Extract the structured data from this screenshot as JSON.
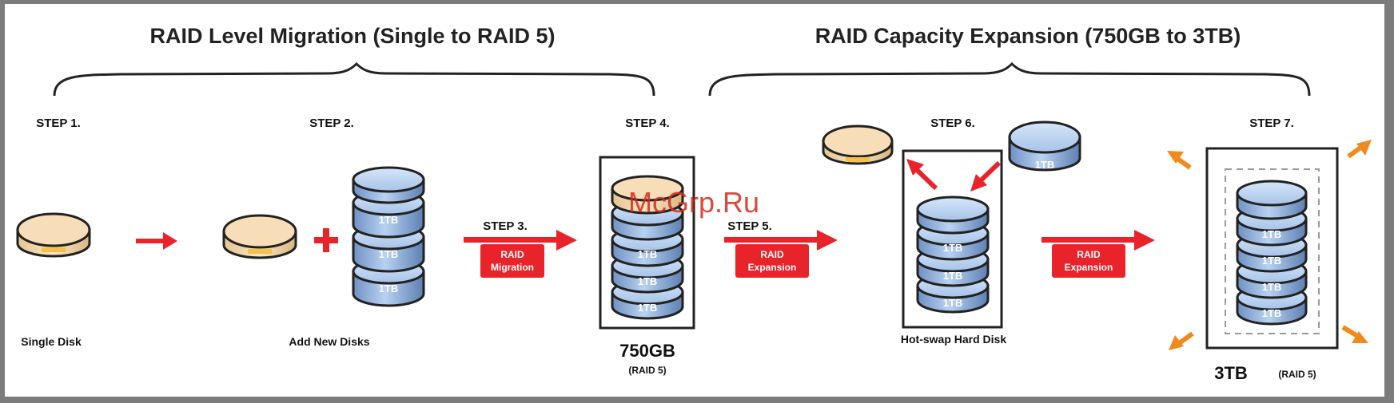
{
  "titles": {
    "migration": "RAID Level Migration (Single to RAID 5)",
    "expansion": "RAID Capacity Expansion (750GB to 3TB)"
  },
  "steps": {
    "s1": "STEP 1.",
    "s2": "STEP 2.",
    "s3": "STEP 3.",
    "s4": "STEP 4.",
    "s5": "STEP 5.",
    "s6": "STEP 6.",
    "s7": "STEP 7."
  },
  "captions": {
    "single_disk": "Single Disk",
    "add_new_disks": "Add New Disks",
    "hot_swap": "Hot-swap Hard Disk"
  },
  "disk_label": "1TB",
  "capacity": {
    "before": "750GB",
    "before_level": "(RAID 5)",
    "after": "3TB",
    "after_level": "(RAID 5)"
  },
  "actions": {
    "raid": "RAID",
    "migration": "Migration",
    "expansion": "Expansion"
  },
  "watermark": "McGrp.Ru",
  "colors": {
    "border": "#7c7c7c",
    "red": "#e8232a",
    "orange": "#f08a1c",
    "disk_blue": "#a9c6ea",
    "disk_beige": "#f6dcb6",
    "disk_gold": "#f2c24a"
  }
}
